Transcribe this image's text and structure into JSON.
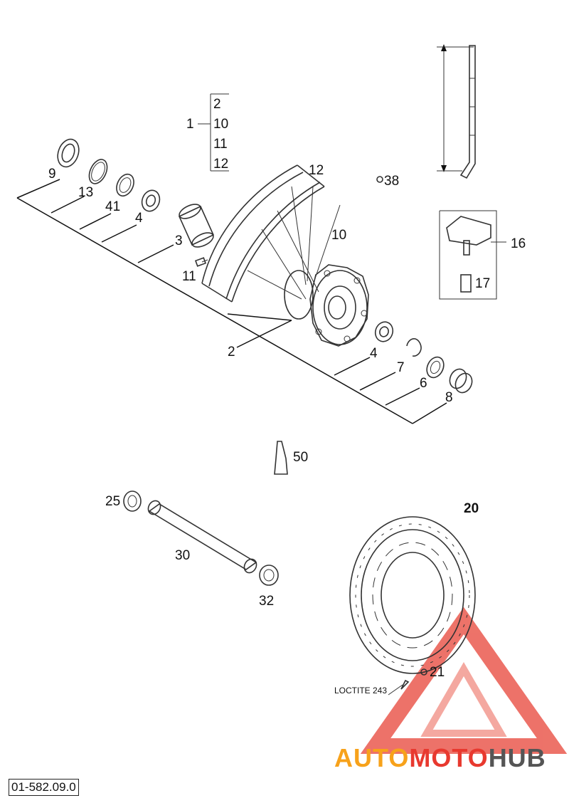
{
  "diagram": {
    "reference_code": "01-582.09.0",
    "loctite_note": "LOCTITE 243",
    "parts": [
      {
        "id": "1"
      },
      {
        "id": "2"
      },
      {
        "id": "3"
      },
      {
        "id": "4"
      },
      {
        "id": "6"
      },
      {
        "id": "7"
      },
      {
        "id": "8"
      },
      {
        "id": "9"
      },
      {
        "id": "10"
      },
      {
        "id": "11"
      },
      {
        "id": "12"
      },
      {
        "id": "13"
      },
      {
        "id": "16"
      },
      {
        "id": "17"
      },
      {
        "id": "20"
      },
      {
        "id": "21"
      },
      {
        "id": "25"
      },
      {
        "id": "30"
      },
      {
        "id": "32"
      },
      {
        "id": "38"
      },
      {
        "id": "41"
      },
      {
        "id": "50"
      }
    ],
    "assembly_group": {
      "parent": "1",
      "children": [
        "2",
        "10",
        "11",
        "12"
      ]
    }
  },
  "watermark": {
    "part1": "AUTO",
    "part2": "MOTO",
    "part3": "HUB",
    "colors": {
      "orange": "#f7a21b",
      "red": "#e8392f",
      "gray": "#555555"
    }
  }
}
